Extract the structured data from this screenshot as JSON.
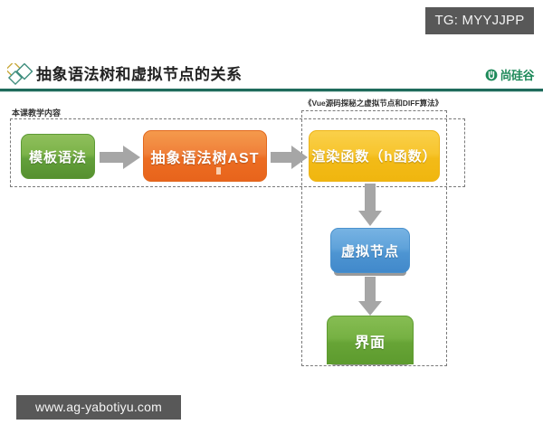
{
  "watermarks": {
    "telegram": "TG: MYYJJPP",
    "site": "www.ag-yabotiyu.com"
  },
  "header": {
    "title": "抽象语法树和虚拟节点的关系",
    "brand": "尚硅谷",
    "rule_color": "#1f6b5c",
    "diamond_icon": "diamond-icon",
    "brand_mark_icon": "u-mark-icon"
  },
  "groups": {
    "course": {
      "label": "本课教学内容"
    },
    "vue": {
      "label": "《Vue源码探秘之虚拟节点和DIFF算法》"
    }
  },
  "nodes": [
    {
      "id": "template",
      "label": "模板语法",
      "color": "#72ad46"
    },
    {
      "id": "ast",
      "label": "抽象语法树AST",
      "color": "#ec7021"
    },
    {
      "id": "render",
      "label": "渲染函数（h函数）",
      "color": "#f5c226"
    },
    {
      "id": "vnode",
      "label": "虚拟节点",
      "color": "#5c9fd8"
    },
    {
      "id": "ui",
      "label": "界面",
      "color": "#6fae3c"
    }
  ],
  "arrows": {
    "color": "#a6a6a6",
    "items": [
      {
        "id": "template-to-ast",
        "direction": "right"
      },
      {
        "id": "ast-to-render",
        "direction": "right"
      },
      {
        "id": "render-to-vnode",
        "direction": "down"
      },
      {
        "id": "vnode-to-ui",
        "direction": "down"
      }
    ]
  }
}
